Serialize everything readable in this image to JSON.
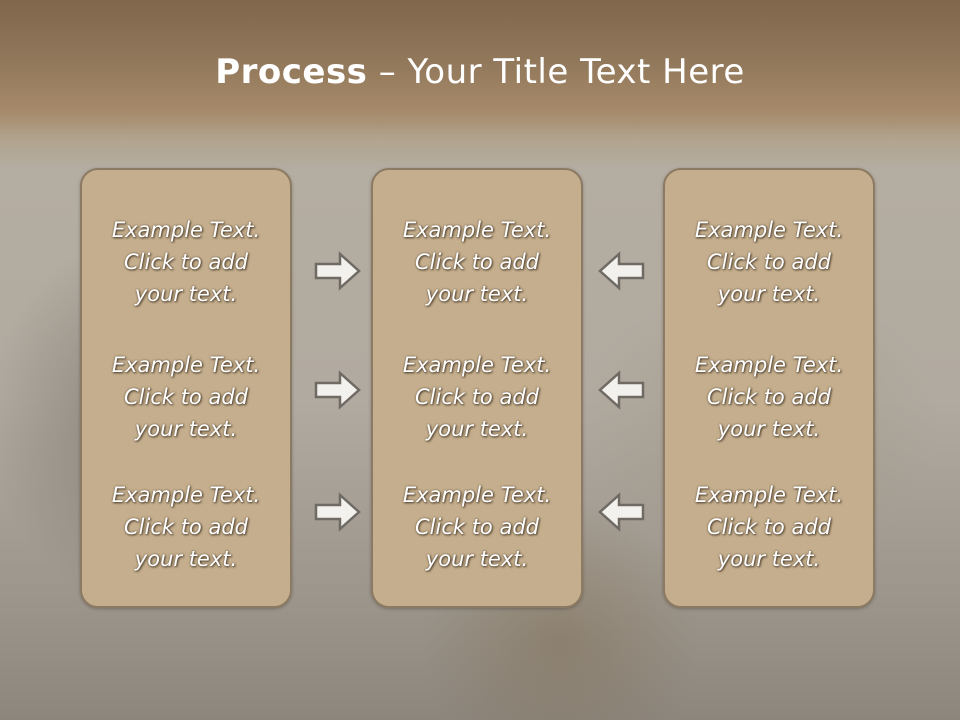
{
  "slide": {
    "title_bold": "Process",
    "title_rest": " – Your Title Text Here"
  },
  "columns": [
    {
      "items": [
        {
          "line1": "Example Text.",
          "line2": "Click  to add",
          "line3": "your text."
        },
        {
          "line1": "Example Text.",
          "line2": "Click  to add",
          "line3": "your text."
        },
        {
          "line1": "Example Text.",
          "line2": "Click  to add",
          "line3": "your text."
        }
      ]
    },
    {
      "items": [
        {
          "line1": "Example Text.",
          "line2": "Click  to add",
          "line3": "your text."
        },
        {
          "line1": "Example Text.",
          "line2": "Click  to add",
          "line3": "your text."
        },
        {
          "line1": "Example Text.",
          "line2": "Click  to add",
          "line3": "your text."
        }
      ]
    },
    {
      "items": [
        {
          "line1": "Example Text.",
          "line2": "Click  to add",
          "line3": "your text."
        },
        {
          "line1": "Example Text.",
          "line2": "Click  to add",
          "line3": "your text."
        },
        {
          "line1": "Example Text.",
          "line2": "Click  to add",
          "line3": "your text."
        }
      ]
    }
  ],
  "arrows": {
    "left_group": [
      "arrow-right-icon",
      "arrow-right-icon",
      "arrow-right-icon"
    ],
    "right_group": [
      "arrow-left-icon",
      "arrow-left-icon",
      "arrow-left-icon"
    ]
  },
  "colors": {
    "panel_fill": "#c4ae8d",
    "panel_border": "#8d7a62",
    "text": "#ffffff",
    "arrow_fill": "#f3f1ee",
    "arrow_stroke": "#6f6a63"
  }
}
